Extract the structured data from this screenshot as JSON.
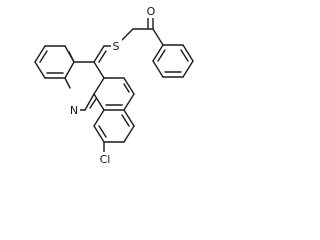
{
  "molecule": {
    "atoms": {
      "sulfur": "S",
      "oxygen": "O",
      "nitrogen": "N",
      "chlorine": "Cl"
    },
    "colors": {
      "bond": "#1a1a1a",
      "background": "#ffffff"
    }
  }
}
